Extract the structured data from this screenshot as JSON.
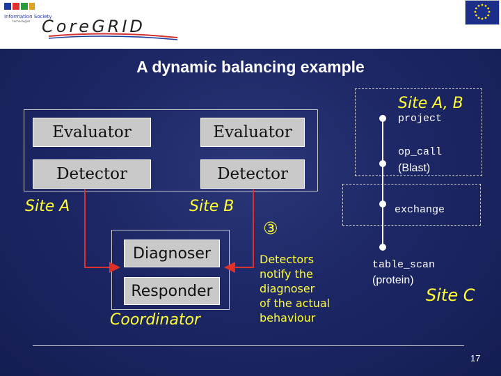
{
  "header": {
    "logo_text": "Information Society",
    "logo_subtext": "technologies",
    "brand": "CoreGRID"
  },
  "slide": {
    "title": "A dynamic balancing example",
    "page_number": "17"
  },
  "site_a_b_box": {
    "evaluator_a": "Evaluator",
    "evaluator_b": "Evaluator",
    "detector_a": "Detector",
    "detector_b": "Detector",
    "site_a_label": "Site A",
    "site_b_label": "Site B"
  },
  "coordinator_box": {
    "diagnoser": "Diagnoser",
    "responder": "Responder",
    "label": "Coordinator"
  },
  "step": {
    "number": "③",
    "note": [
      "Detectors",
      "notify the",
      "diagnoser",
      "of the actual",
      "behaviour"
    ]
  },
  "timeline": {
    "group_label": "Site A, B",
    "items": [
      {
        "mono": "project",
        "plain": ""
      },
      {
        "mono": "op_call",
        "plain": "(Blast)"
      },
      {
        "mono": "exchange",
        "plain": ""
      },
      {
        "mono": "table_scan",
        "plain": "(protein)"
      }
    ],
    "site_c_label": "Site C"
  },
  "colors": {
    "background": "#1d2766",
    "site_label": "#ffff33",
    "arrow": "#e0302a",
    "panel": "#c9c9c9"
  }
}
